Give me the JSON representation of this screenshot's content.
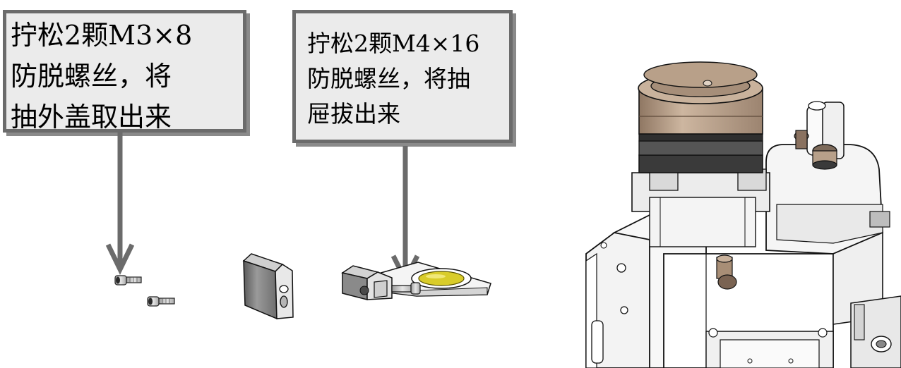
{
  "callouts": [
    {
      "lines": [
        "拧松2颗M3×8",
        "防脱螺丝，将",
        "抽外盖取出来"
      ]
    },
    {
      "lines": [
        "拧松2颗M4×16",
        "防脱螺丝，将抽",
        "屉拔出来"
      ]
    }
  ],
  "colors": {
    "box_fill": "#ebebeb",
    "box_border": "#6b6b6b",
    "arrow": "#6b6b6b",
    "lens_yellow": "#d9cc2a",
    "ring_bronze": "#b8a089",
    "ring_dark": "#3a3a3a"
  },
  "icons": [
    "screw-m3-icon",
    "cover-part-icon",
    "drawer-part-icon",
    "laser-head-assembly-icon"
  ]
}
